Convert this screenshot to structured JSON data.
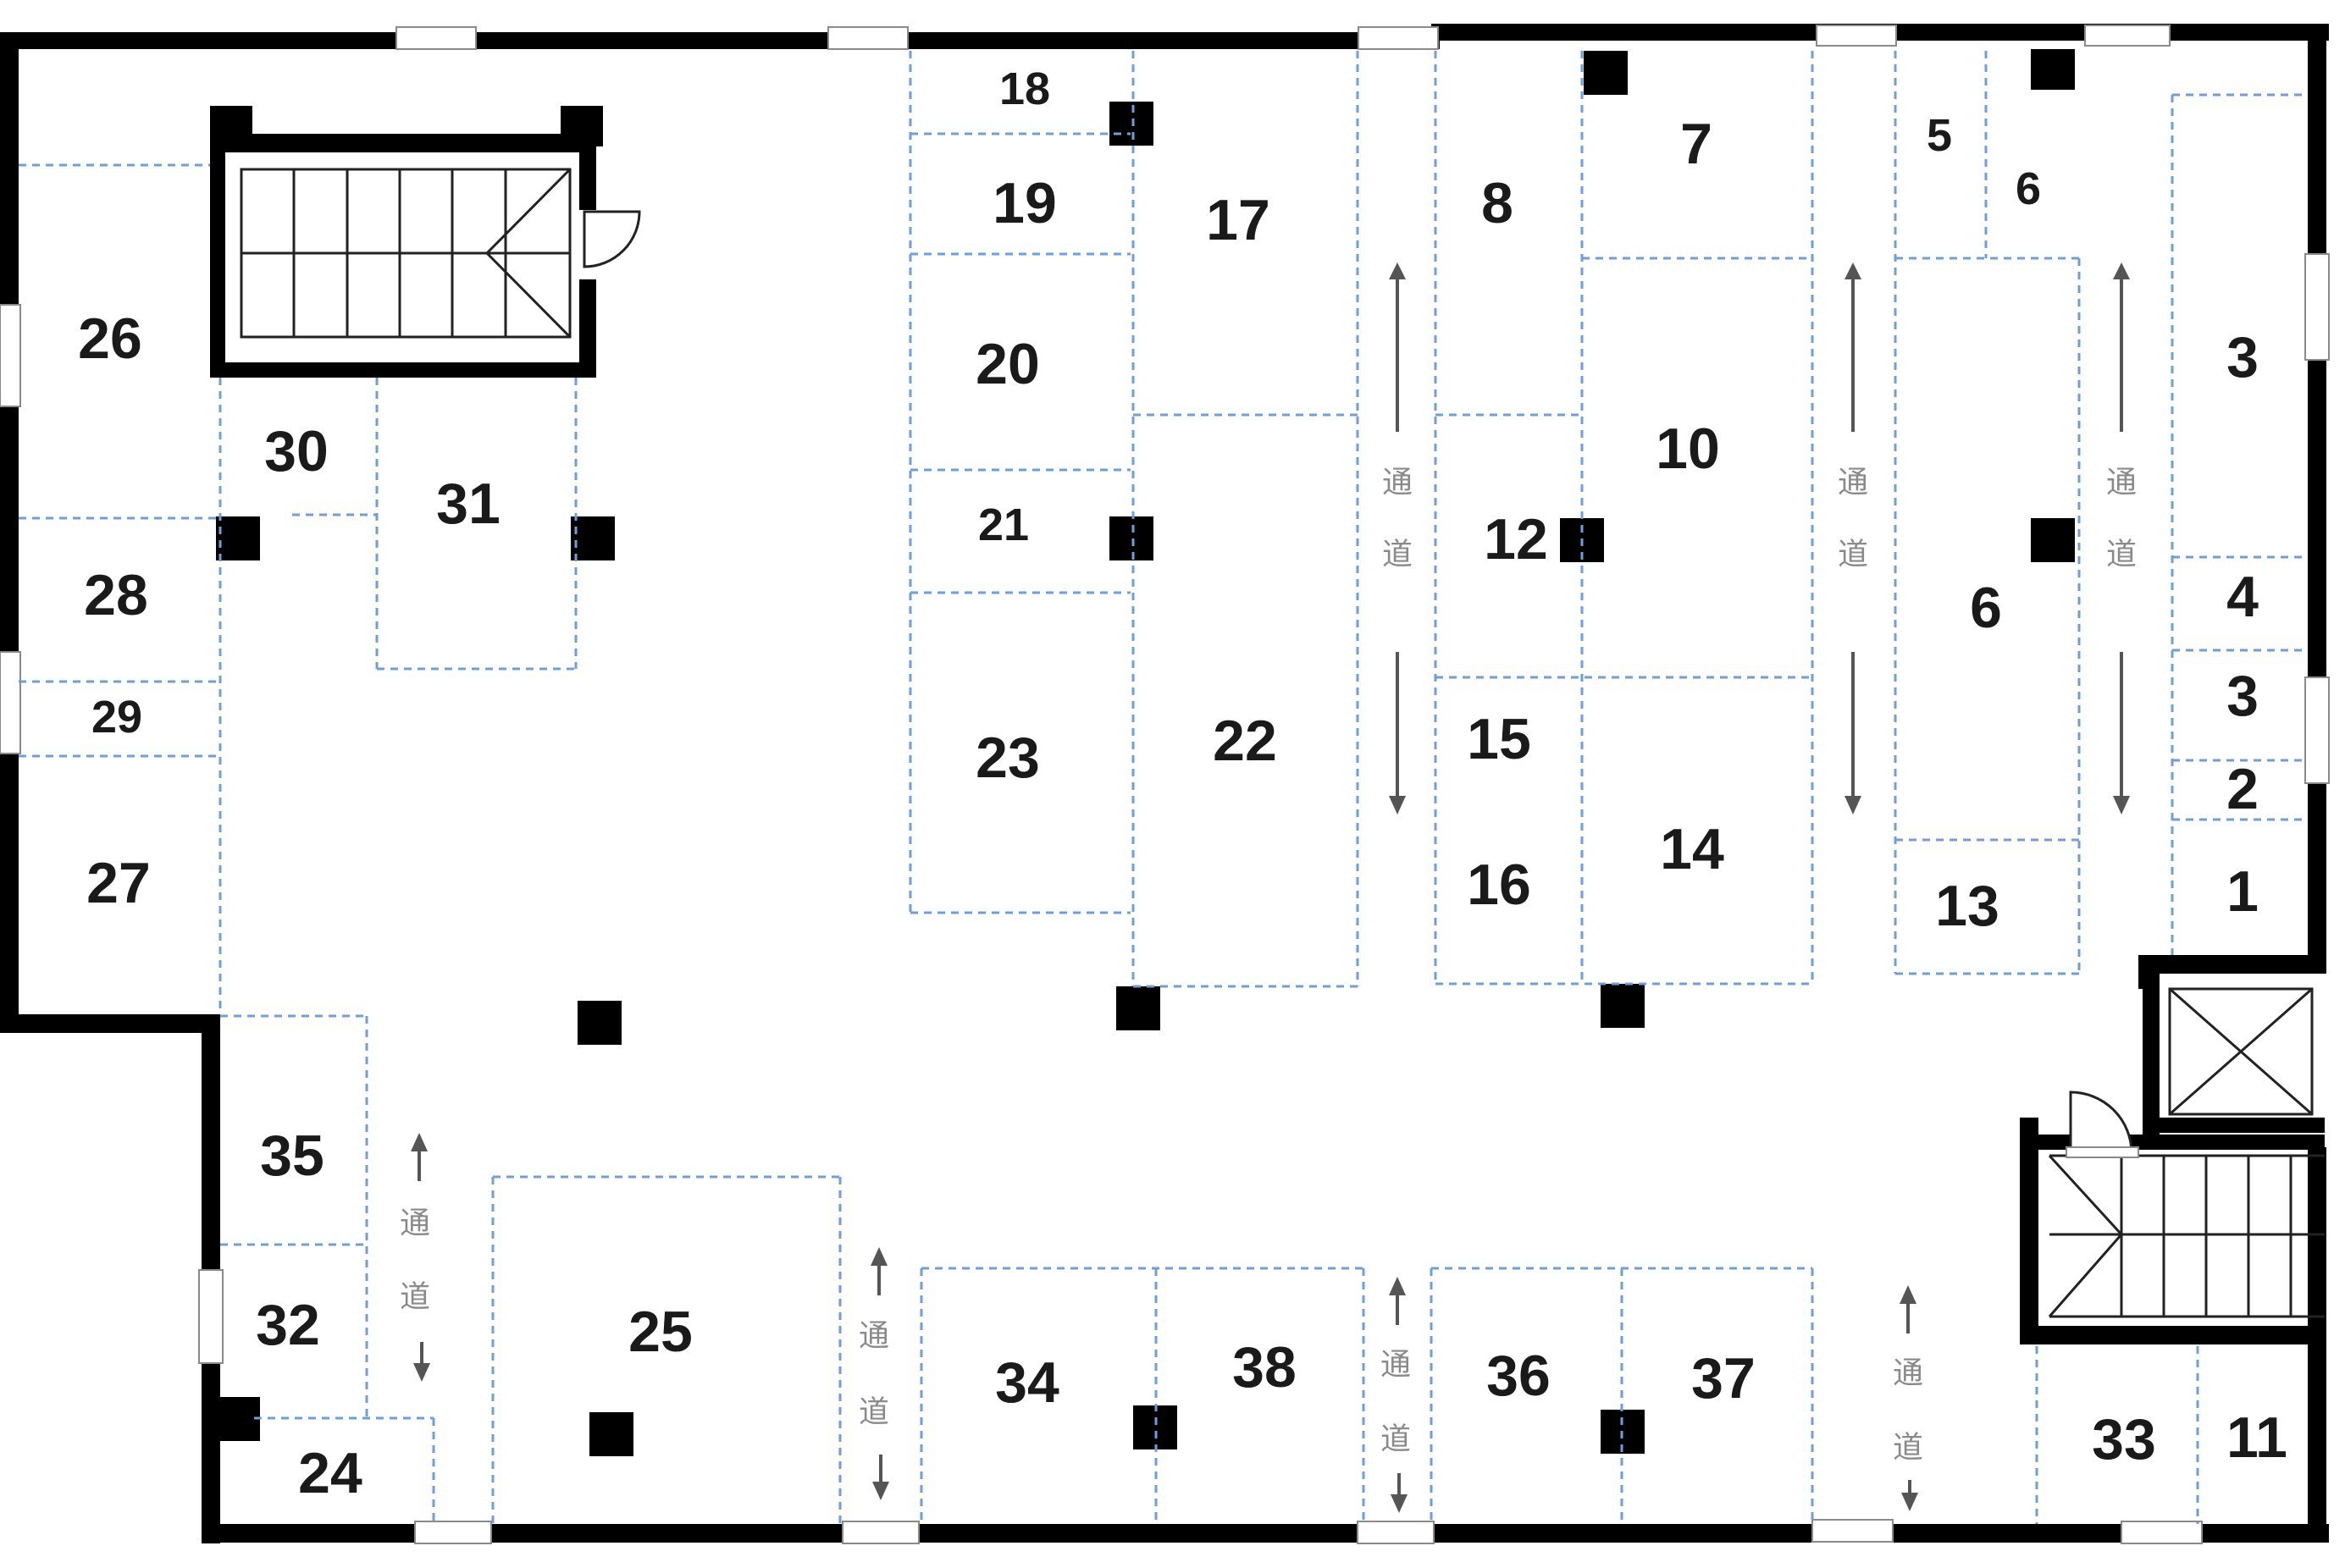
{
  "aisle_label": {
    "top": "通",
    "bottom": "道"
  },
  "colors": {
    "wall": "#000000",
    "dash": "#6f9fd6",
    "label": "#1a1a1a",
    "aisle_text": "#8a8a8a"
  },
  "icons": [
    "staircase-icon",
    "elevator-icon",
    "door-icon",
    "column-icon",
    "window-icon",
    "arrow-up-icon",
    "arrow-down-icon"
  ],
  "spaces": [
    {
      "id": "18",
      "label": "18"
    },
    {
      "id": "19",
      "label": "19"
    },
    {
      "id": "17",
      "label": "17"
    },
    {
      "id": "20",
      "label": "20"
    },
    {
      "id": "21",
      "label": "21"
    },
    {
      "id": "23",
      "label": "23"
    },
    {
      "id": "22",
      "label": "22"
    },
    {
      "id": "8",
      "label": "8"
    },
    {
      "id": "7",
      "label": "7"
    },
    {
      "id": "10",
      "label": "10"
    },
    {
      "id": "12",
      "label": "12"
    },
    {
      "id": "15",
      "label": "15"
    },
    {
      "id": "16",
      "label": "16"
    },
    {
      "id": "14",
      "label": "14"
    },
    {
      "id": "5",
      "label": "5"
    },
    {
      "id": "6a",
      "label": "6"
    },
    {
      "id": "6b",
      "label": "6"
    },
    {
      "id": "13",
      "label": "13"
    },
    {
      "id": "3a",
      "label": "3"
    },
    {
      "id": "4",
      "label": "4"
    },
    {
      "id": "3b",
      "label": "3"
    },
    {
      "id": "2",
      "label": "2"
    },
    {
      "id": "1",
      "label": "1"
    },
    {
      "id": "26",
      "label": "26"
    },
    {
      "id": "30",
      "label": "30"
    },
    {
      "id": "31",
      "label": "31"
    },
    {
      "id": "28",
      "label": "28"
    },
    {
      "id": "29",
      "label": "29"
    },
    {
      "id": "27",
      "label": "27"
    },
    {
      "id": "35",
      "label": "35"
    },
    {
      "id": "32",
      "label": "32"
    },
    {
      "id": "24",
      "label": "24"
    },
    {
      "id": "25",
      "label": "25"
    },
    {
      "id": "34",
      "label": "34"
    },
    {
      "id": "38",
      "label": "38"
    },
    {
      "id": "36",
      "label": "36"
    },
    {
      "id": "37",
      "label": "37"
    },
    {
      "id": "33",
      "label": "33"
    },
    {
      "id": "11",
      "label": "11"
    }
  ]
}
